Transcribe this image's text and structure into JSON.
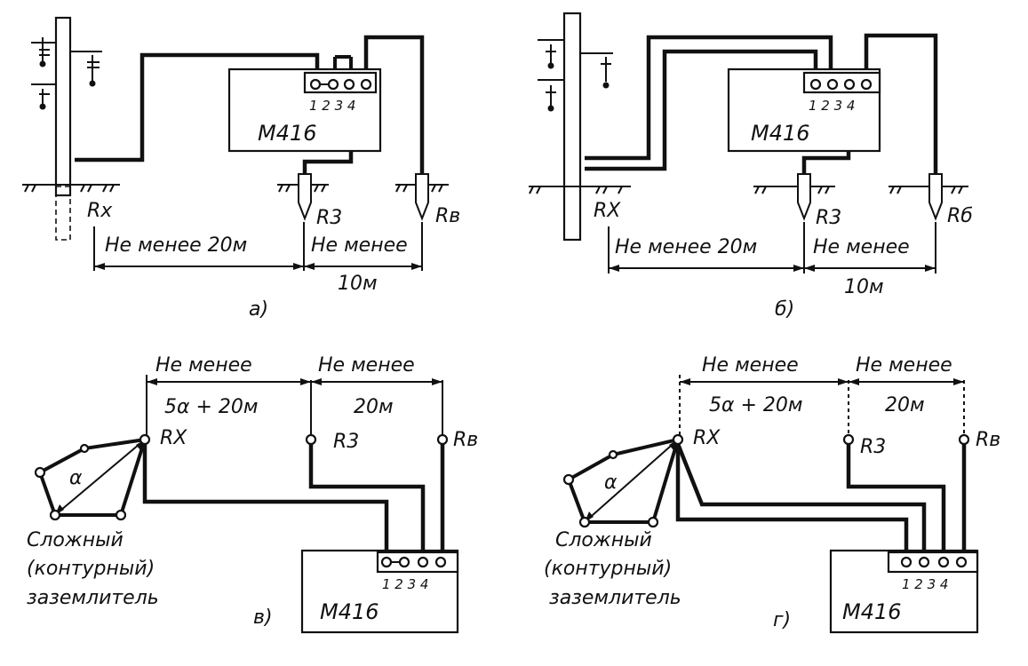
{
  "device": "М416",
  "terminals": "1 2 3 4",
  "labels": {
    "rx_a": "Rx",
    "rx_b": "RX",
    "rx_c": "RX",
    "rx_d": "RX",
    "r3": "R3",
    "rv": "Rв",
    "rb": "Rб"
  },
  "distances": {
    "not_less_20m": "Не менее 20м",
    "not_less": "Не менее",
    "m10": "10м",
    "m10b": "10м",
    "five_a_20m": "5α + 20м",
    "m20": "20м"
  },
  "electrode": {
    "line1": "Сложный",
    "line2": "(контурный)",
    "line3": "заземлитель",
    "alpha": "α"
  },
  "panels": [
    "а)",
    "б)",
    "в)",
    "г)"
  ]
}
